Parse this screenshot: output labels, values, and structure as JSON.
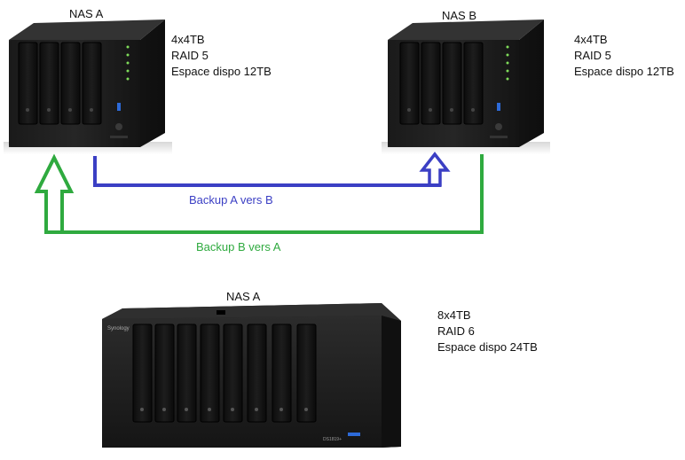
{
  "nas_a": {
    "title": "NAS A",
    "specs": [
      "4x4TB",
      "RAID 5",
      "Espace dispo 12TB"
    ]
  },
  "nas_b": {
    "title": "NAS B",
    "specs": [
      "4x4TB",
      "RAID 5",
      "Espace dispo 12TB"
    ]
  },
  "nas_c": {
    "title": "NAS A",
    "specs": [
      "8x4TB",
      "RAID 6",
      "Espace dispo 24TB"
    ],
    "brand": "Synology",
    "model": "DS1819+"
  },
  "flows": {
    "a_to_b": {
      "label": "Backup A vers B",
      "color": "#3b3fc4"
    },
    "b_to_a": {
      "label": "Backup B vers A",
      "color": "#2faa3f"
    }
  }
}
